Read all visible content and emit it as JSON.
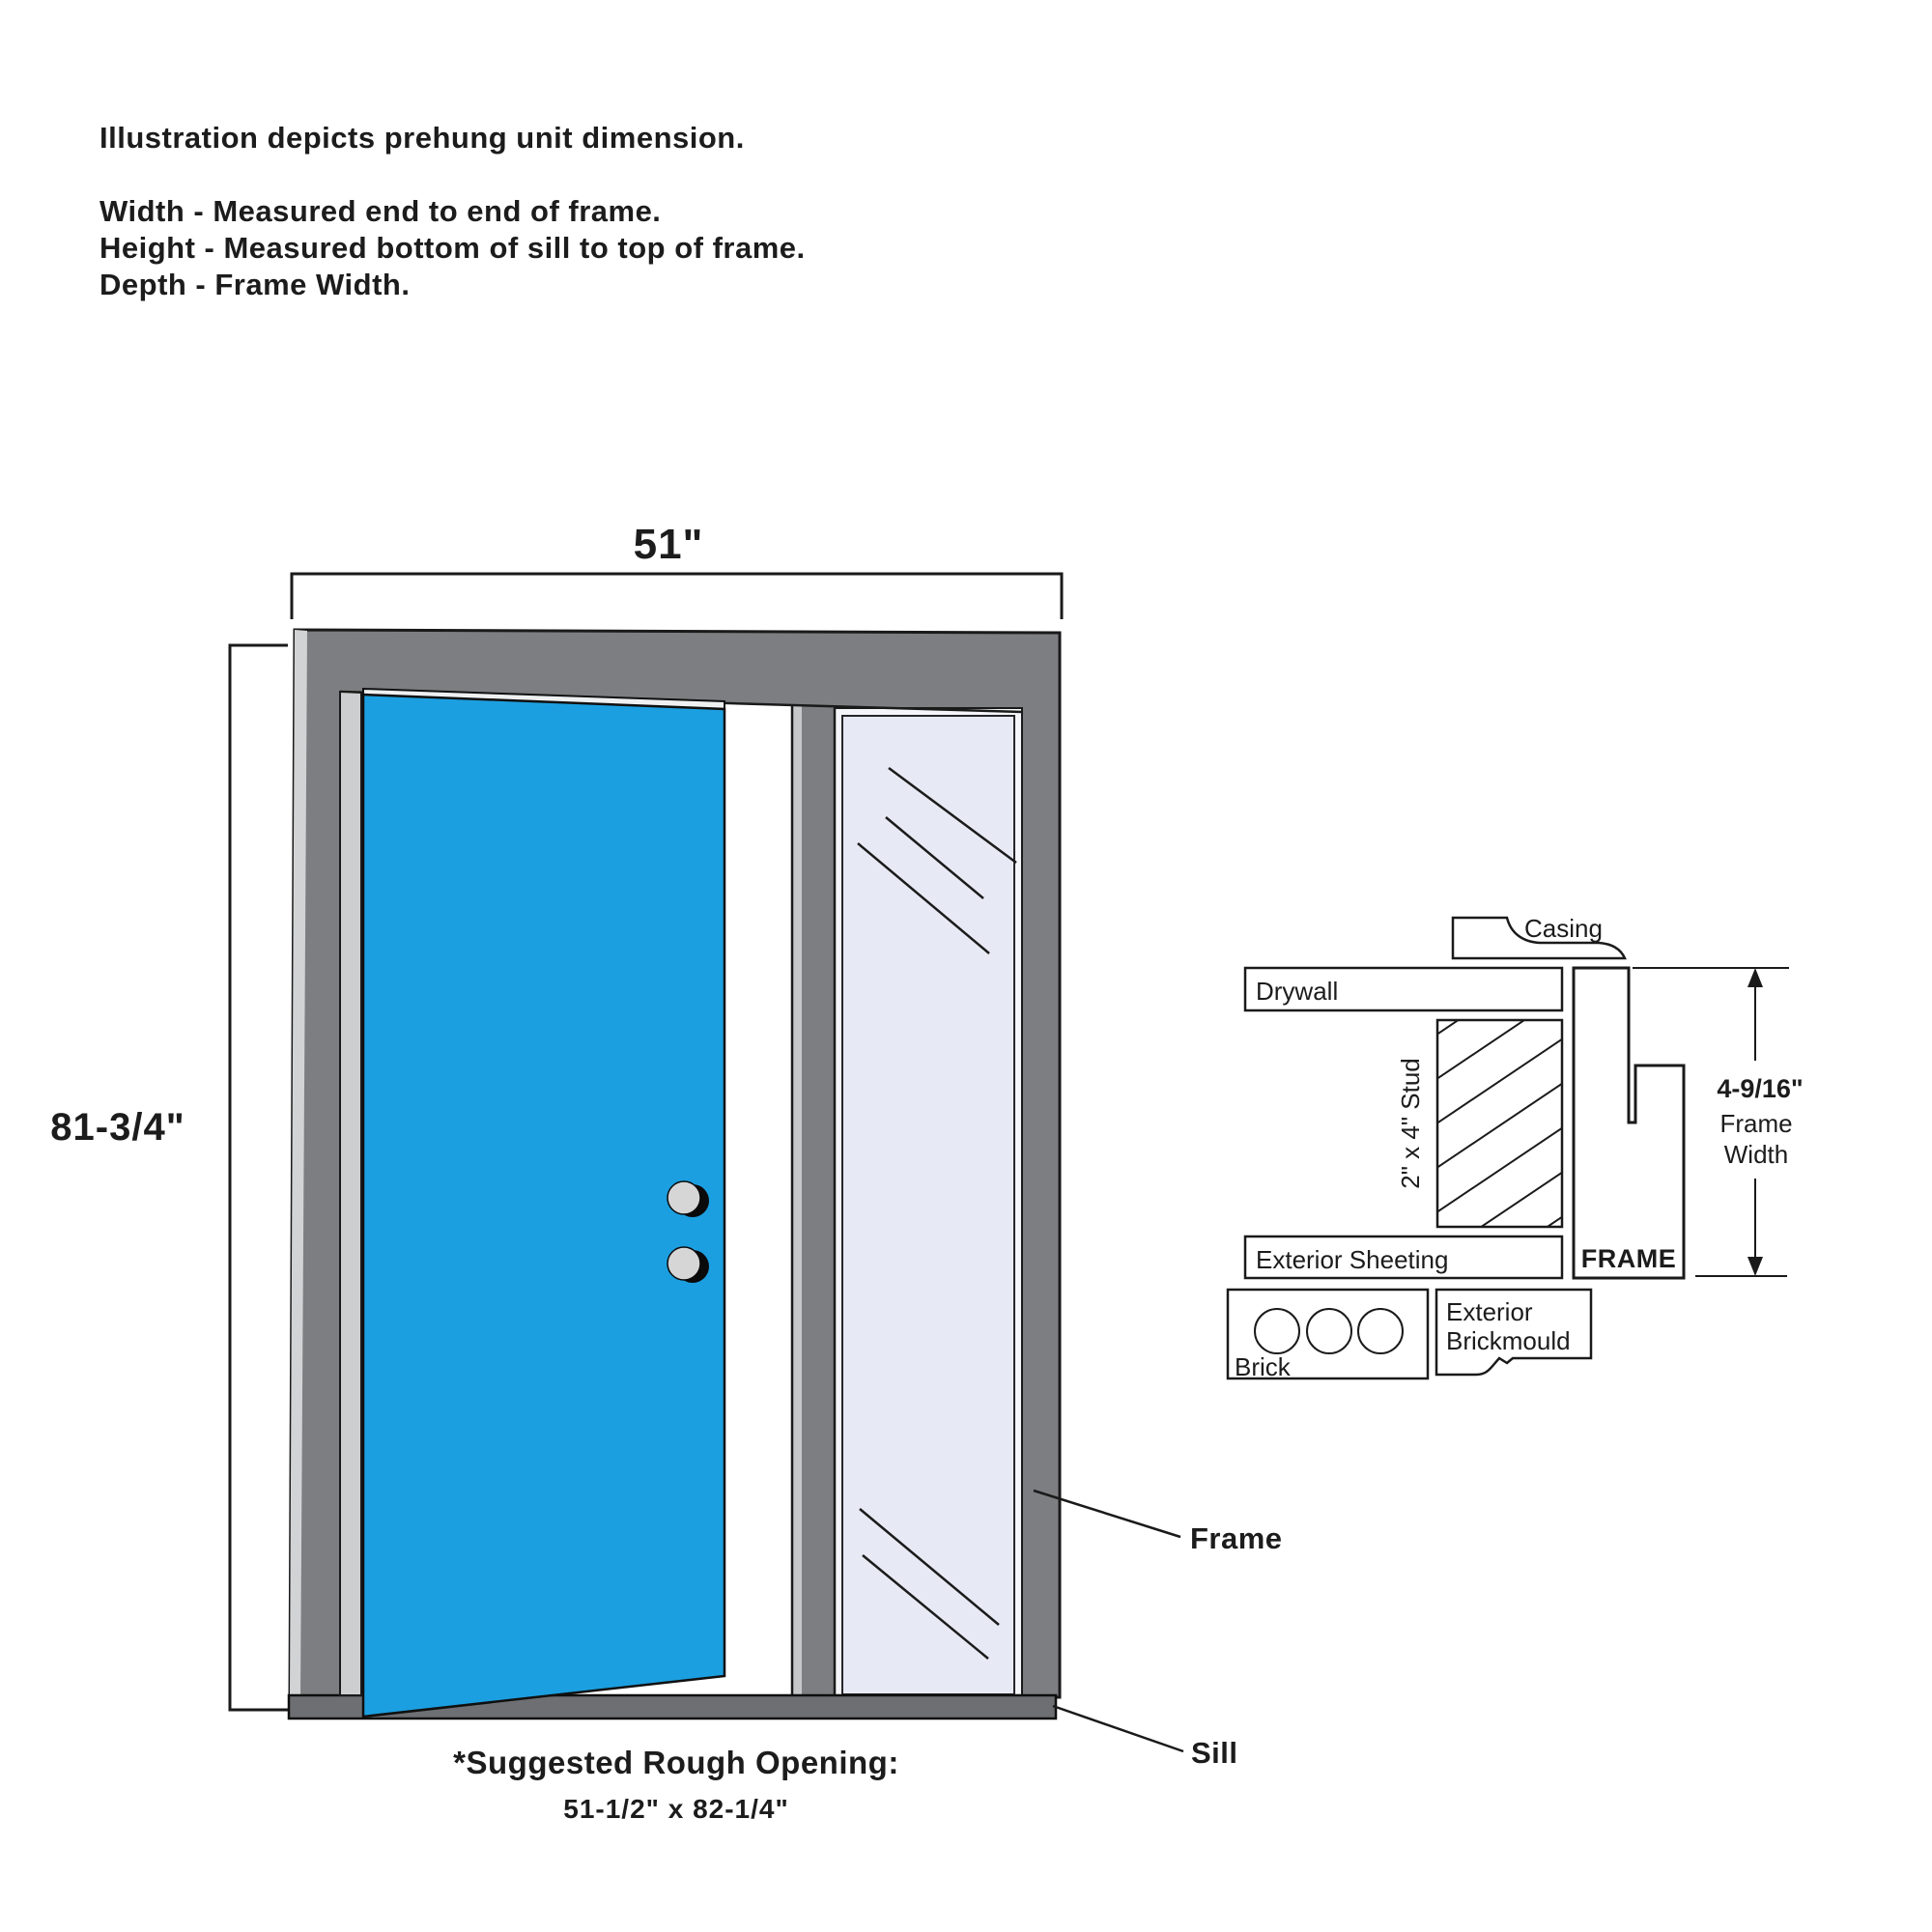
{
  "intro": {
    "line1": "Illustration depicts prehung unit dimension.",
    "line2": "Width - Measured end to end of frame.",
    "line3": "Height - Measured bottom of sill to top of frame.",
    "line4": "Depth - Frame Width."
  },
  "dimensions": {
    "width_label": "51\"",
    "height_label": "81-3/4\"",
    "frame_width_value": "4-9/16\"",
    "frame_width_caption_line1": "Frame",
    "frame_width_caption_line2": "Width"
  },
  "diagram_labels": {
    "frame": "Frame",
    "sill": "Sill"
  },
  "cross_section": {
    "casing": "Casing",
    "drywall": "Drywall",
    "stud": "2\" x 4\" Stud",
    "exterior_sheeting": "Exterior Sheeting",
    "frame": "FRAME",
    "exterior_brickmould_line1": "Exterior",
    "exterior_brickmould_line2": "Brickmould",
    "brick": "Brick"
  },
  "footer": {
    "rough_opening_title": "*Suggested Rough Opening:",
    "rough_opening_value": "51-1/2\" x 82-1/4\""
  },
  "colors": {
    "door_blue": "#1C9FE0",
    "frame_gray": "#7D7E81",
    "sill_gray": "#6E6F72",
    "liner_light": "#D2D3D5",
    "hinge_light": "#CDCED0",
    "mullion_sliver": "#C6C7C9",
    "door_edge_light": "#EEF0F2",
    "glass_blue": "#E7EAF4",
    "knob_gray": "#D6D6D6",
    "line_black": "#1A1A1A"
  }
}
